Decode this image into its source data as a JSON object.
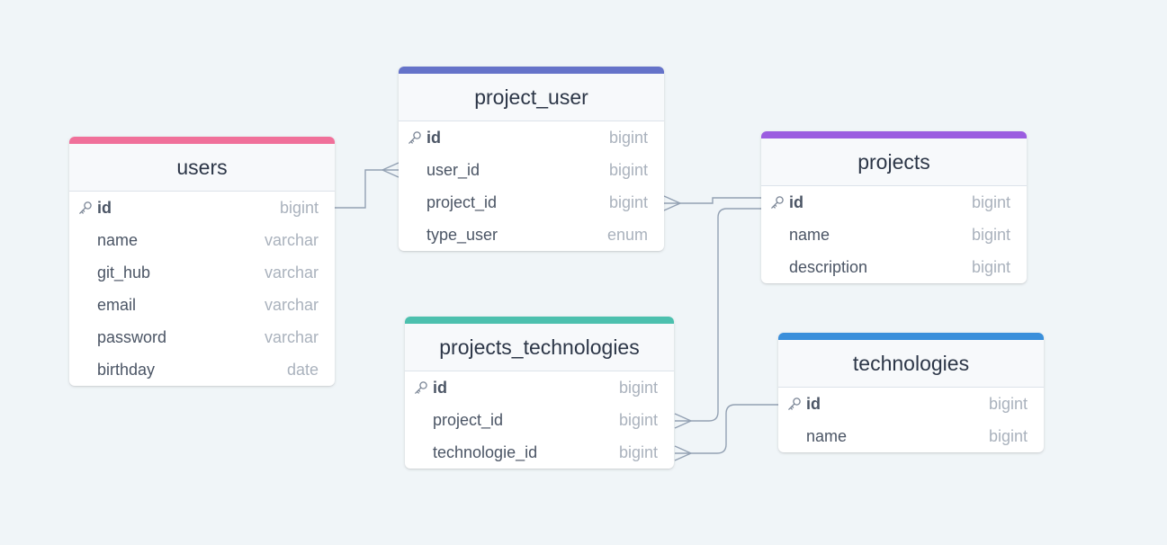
{
  "colors": {
    "background": "#f0f5f8",
    "connector": "#93a1b3",
    "users": "#f0709a",
    "project_user": "#6573c9",
    "projects": "#9b5de0",
    "projects_technologies": "#4cc0ae",
    "technologies": "#3a8fdb"
  },
  "tables": {
    "users": {
      "title": "users",
      "fields": [
        {
          "name": "id",
          "type": "bigint",
          "pk": true
        },
        {
          "name": "name",
          "type": "varchar"
        },
        {
          "name": "git_hub",
          "type": "varchar"
        },
        {
          "name": "email",
          "type": "varchar"
        },
        {
          "name": "password",
          "type": "varchar"
        },
        {
          "name": "birthday",
          "type": "date"
        }
      ]
    },
    "project_user": {
      "title": "project_user",
      "fields": [
        {
          "name": "id",
          "type": "bigint",
          "pk": true
        },
        {
          "name": "user_id",
          "type": "bigint"
        },
        {
          "name": "project_id",
          "type": "bigint"
        },
        {
          "name": "type_user",
          "type": "enum"
        }
      ]
    },
    "projects": {
      "title": "projects",
      "fields": [
        {
          "name": "id",
          "type": "bigint",
          "pk": true
        },
        {
          "name": "name",
          "type": "bigint"
        },
        {
          "name": "description",
          "type": "bigint"
        }
      ]
    },
    "projects_technologies": {
      "title": "projects_technologies",
      "fields": [
        {
          "name": "id",
          "type": "bigint",
          "pk": true
        },
        {
          "name": "project_id",
          "type": "bigint"
        },
        {
          "name": "technologie_id",
          "type": "bigint"
        }
      ]
    },
    "technologies": {
      "title": "technologies",
      "fields": [
        {
          "name": "id",
          "type": "bigint",
          "pk": true
        },
        {
          "name": "name",
          "type": "bigint"
        }
      ]
    }
  }
}
